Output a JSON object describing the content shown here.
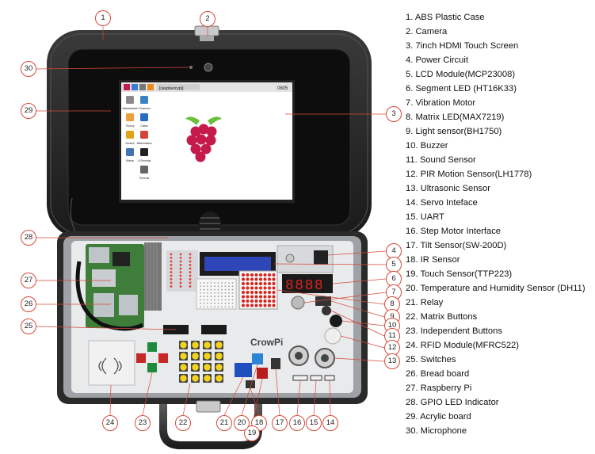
{
  "components": [
    {
      "num": "1",
      "label": "ABS Plastic Case"
    },
    {
      "num": "2",
      "label": "Camera"
    },
    {
      "num": "3",
      "label": "7inch HDMI Touch Screen"
    },
    {
      "num": "4",
      "label": "Power Circuit"
    },
    {
      "num": "5",
      "label": "LCD Module(MCP23008)"
    },
    {
      "num": "6",
      "label": "Segment LED (HT16K33)"
    },
    {
      "num": "7",
      "label": "Vibration Motor"
    },
    {
      "num": "8",
      "label": "Matrix LED(MAX7219)"
    },
    {
      "num": "9",
      "label": "Light sensor(BH1750)"
    },
    {
      "num": "10",
      "label": "Buzzer"
    },
    {
      "num": "11",
      "label": "Sound Sensor"
    },
    {
      "num": "12",
      "label": "PIR Motion Sensor(LH1778)"
    },
    {
      "num": "13",
      "label": "Ultrasonic Sensor"
    },
    {
      "num": "14",
      "label": "Servo Inteface"
    },
    {
      "num": "15",
      "label": "UART"
    },
    {
      "num": "16",
      "label": "Step Motor Interface"
    },
    {
      "num": "17",
      "label": "Tilt Sensor(SW-200D)"
    },
    {
      "num": "18",
      "label": "IR Sensor"
    },
    {
      "num": "19",
      "label": "Touch Sensor(TTP223)"
    },
    {
      "num": "20",
      "label": "Temperature and Humidity Sensor (DH11)"
    },
    {
      "num": "21",
      "label": "Relay"
    },
    {
      "num": "22",
      "label": "Matrix Buttons"
    },
    {
      "num": "23",
      "label": "Independent Buttons"
    },
    {
      "num": "24",
      "label": "RFID Module(MFRC522)"
    },
    {
      "num": "25",
      "label": "Switches"
    },
    {
      "num": "26",
      "label": "Bread board"
    },
    {
      "num": "27",
      "label": "Raspberry Pi"
    },
    {
      "num": "28",
      "label": "GPIO LED Indicator"
    },
    {
      "num": "29",
      "label": "Acrylic board"
    },
    {
      "num": "30",
      "label": "Microphone"
    }
  ],
  "screen": {
    "taskbar_time": "0805",
    "window_title": "[raspberrypi]",
    "desktop_icons": [
      "Wastebasket",
      "Chromium Web Browser",
      "Thonny",
      "Claws Mail",
      "Scratch 2",
      "Mathematica",
      "Python 3 (IDLE)",
      "LXTerminal",
      "Terminal"
    ]
  },
  "board_brand": "CrowPi",
  "lcd_text": "",
  "segment_display": "8888",
  "colors": {
    "callout_ring": "#d64a3a",
    "leader_line": "#d64a3a",
    "case": "#2b2b2b",
    "board": "#e9eaec",
    "rpi_pcb": "#3f7d3a",
    "lcd_blue": "#2f46b8",
    "matrix_red": "#d8231c",
    "button_yellow": "#f2d21b",
    "button_green": "#1f8a3a",
    "raspberry_red": "#c51a4a",
    "raspberry_leaf": "#6bbf3a"
  }
}
